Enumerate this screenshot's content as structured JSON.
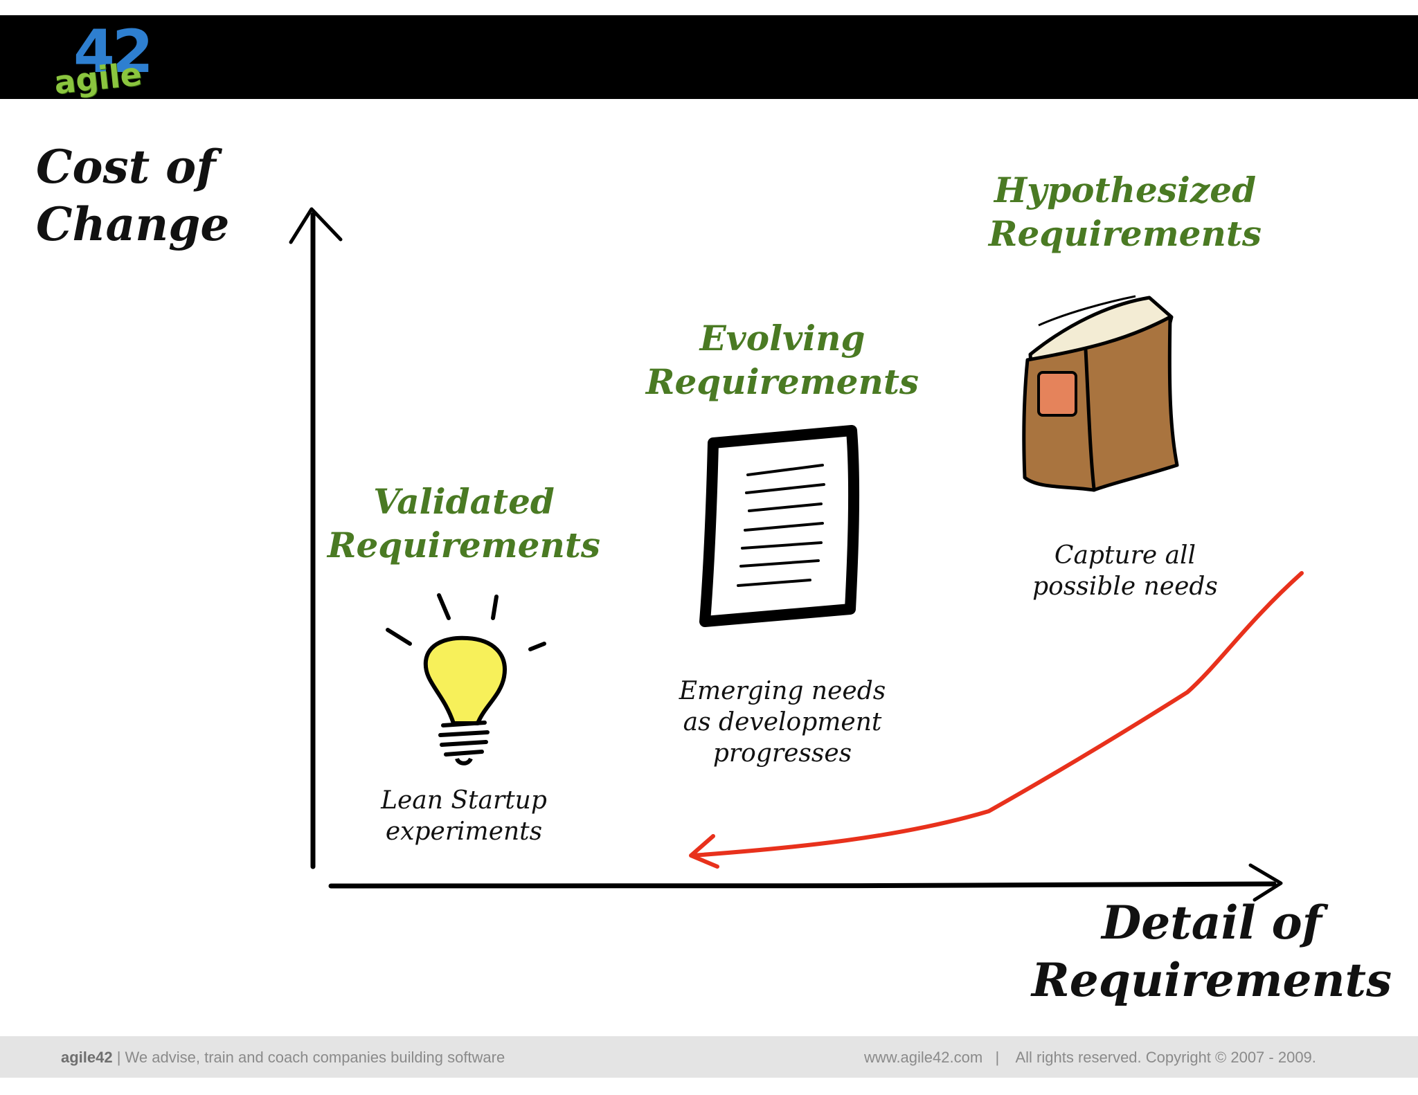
{
  "logo": {
    "number": "42",
    "word": "agile"
  },
  "axes": {
    "y_label_line1": "Cost of",
    "y_label_line2": "Change",
    "x_label_line1": "Detail of",
    "x_label_line2": "Requirements"
  },
  "stages": [
    {
      "title_line1": "Validated",
      "title_line2": "Requirements",
      "icon": "lightbulb-icon",
      "note_line1": "Lean Startup",
      "note_line2": "experiments"
    },
    {
      "title_line1": "Evolving",
      "title_line2": "Requirements",
      "icon": "document-icon",
      "note_line1": "Emerging needs",
      "note_line2": "as development",
      "note_line3": "progresses"
    },
    {
      "title_line1": "Hypothesized",
      "title_line2": "Requirements",
      "icon": "book-icon",
      "note_line1": "Capture all",
      "note_line2": "possible needs"
    }
  ],
  "footer": {
    "brand": "agile42",
    "tagline": " | We advise, train and coach companies building software",
    "right": "www.agile42.com   |    All rights reserved. Copyright © 2007 - 2009."
  },
  "colors": {
    "title_green": "#4a7a23",
    "arrow_red": "#e8311c",
    "header_black": "#000000",
    "logo_blue": "#2e7fd0",
    "logo_green": "#8bc53f"
  }
}
